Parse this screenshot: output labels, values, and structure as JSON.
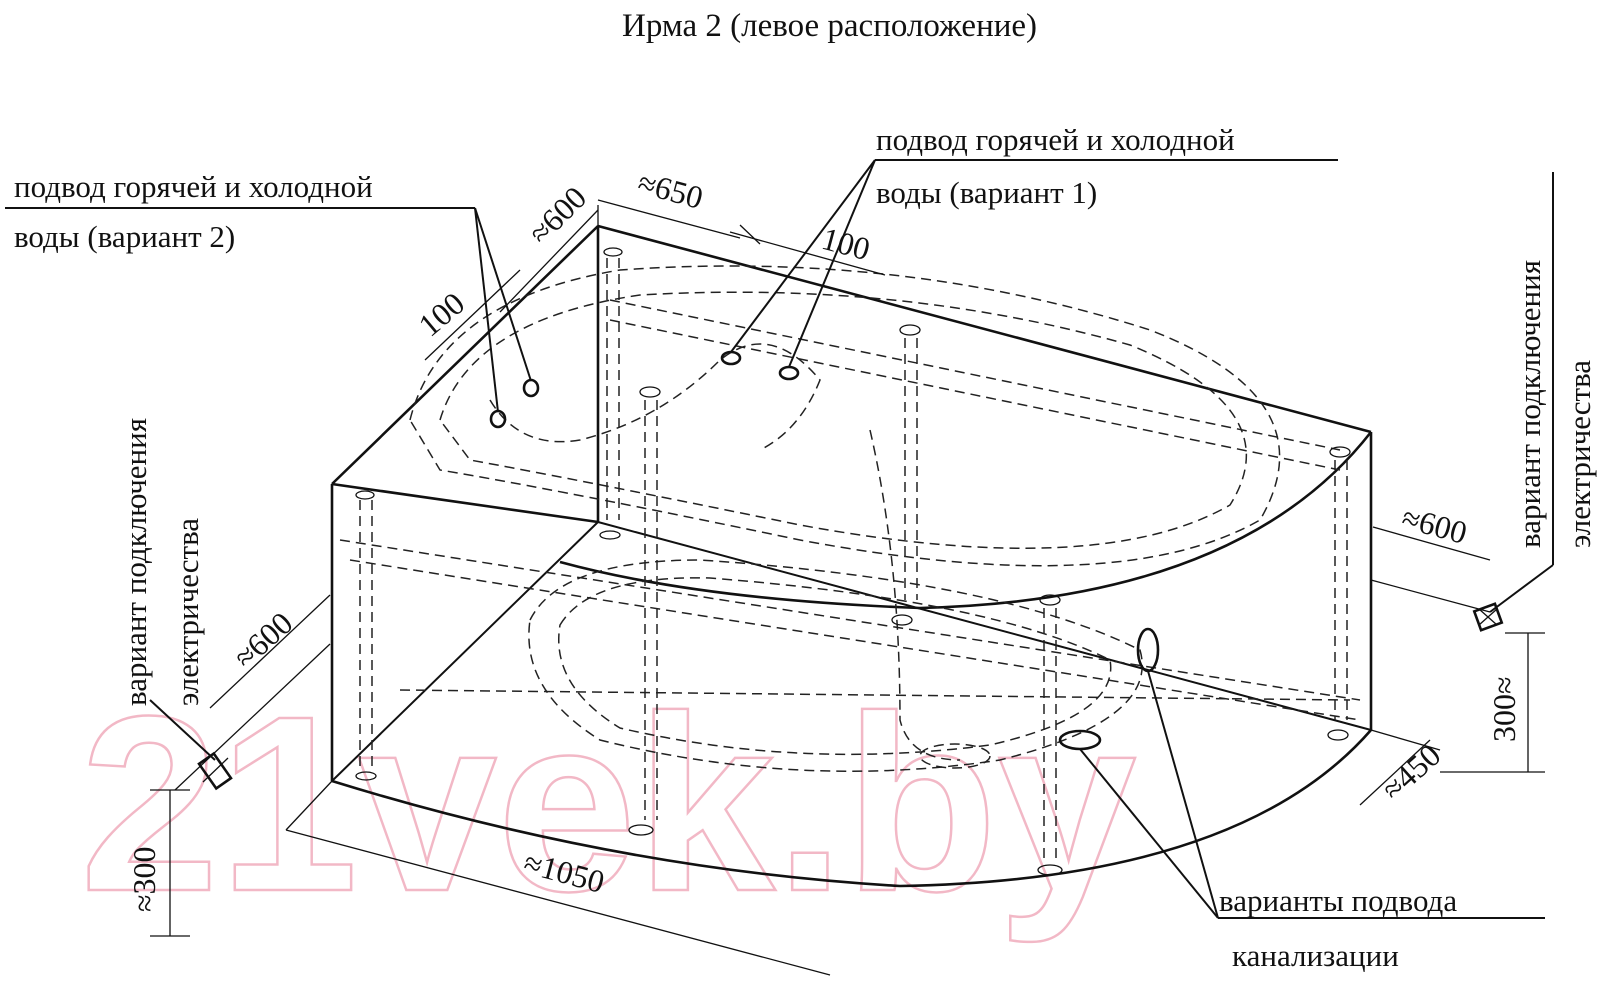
{
  "title": "Ирма 2 (левое расположение)",
  "labels": {
    "water_v2_line1": "подвод горячей и холодной",
    "water_v2_line2": "воды (вариант 2)",
    "water_v1_line1": "подвод горячей и холодной",
    "water_v1_line2": "воды (вариант 1)",
    "elec_left_line1": "вариант подключения",
    "elec_left_line2": "электричества",
    "elec_right_line1": "вариант подключения",
    "elec_right_line2": "электричества",
    "drain_line1": "варианты подвода",
    "drain_line2": "канализации"
  },
  "dimensions": {
    "d600_top": "≈600",
    "d650": "≈650",
    "d100_top": "100",
    "d100_left": "100",
    "d600_left": "≈600",
    "d300_left": "≈300",
    "d1050": "≈1050",
    "d600_right": "≈600",
    "d300_right": "300≈",
    "d450": "≈450"
  },
  "watermark": "21vek.by"
}
